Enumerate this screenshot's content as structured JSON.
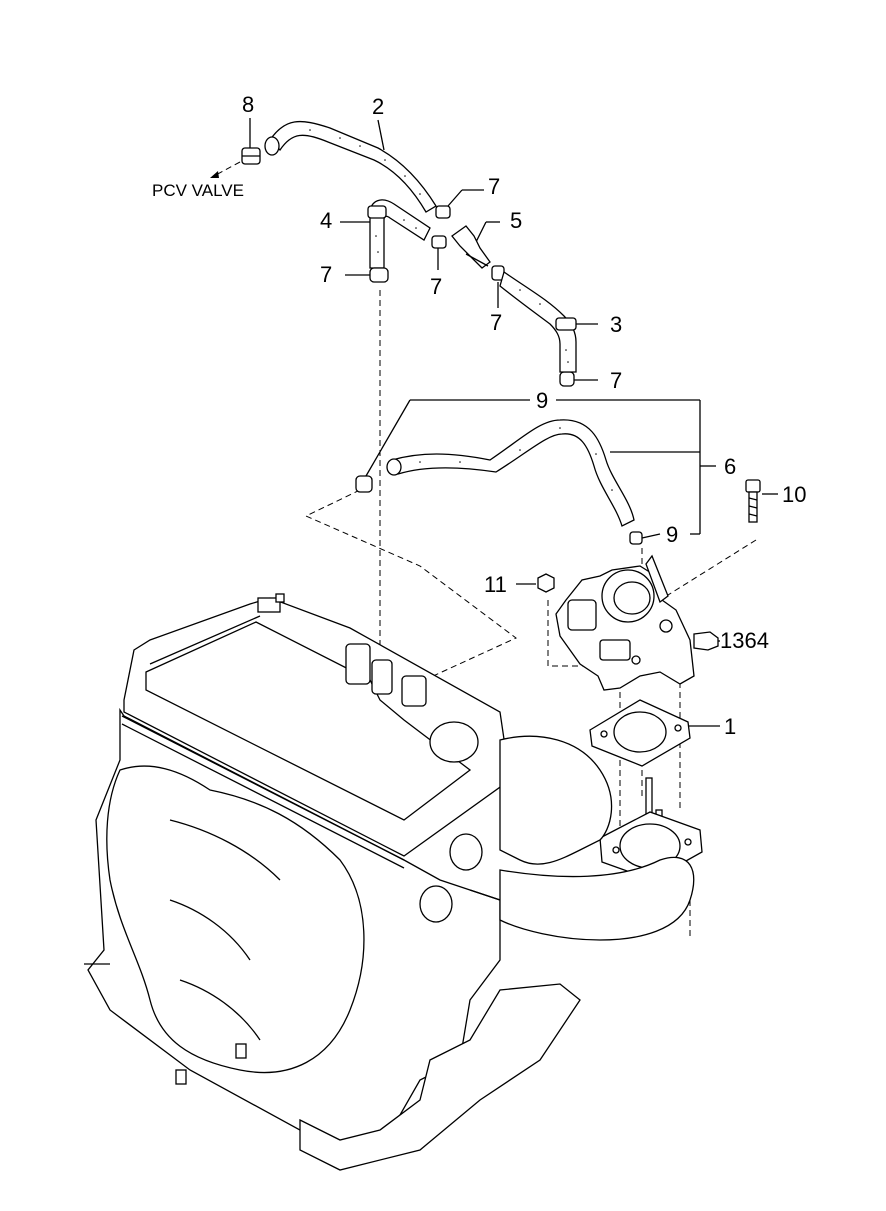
{
  "diagram": {
    "notes": {
      "pcv_valve": "PCV VALVE"
    },
    "callouts": {
      "c1": "1",
      "c2": "2",
      "c3": "3",
      "c4": "4",
      "c5": "5",
      "c6": "6",
      "c7a": "7",
      "c7b": "7",
      "c7c": "7",
      "c7d": "7",
      "c7e": "7",
      "c8": "8",
      "c9a": "9",
      "c9b": "9",
      "c10": "10",
      "c11": "11",
      "c1364": "1364"
    }
  }
}
